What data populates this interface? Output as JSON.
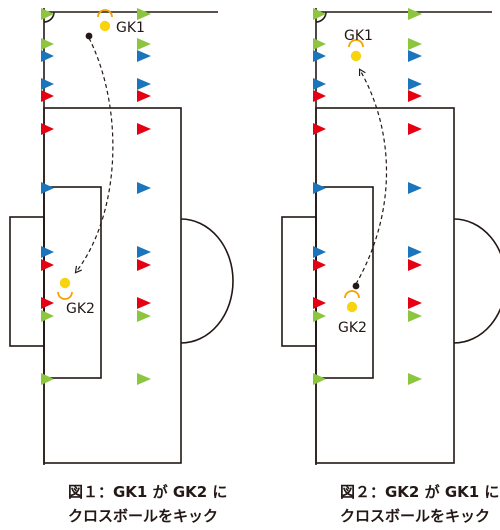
{
  "colors": {
    "line": "#231815",
    "green_flag": "#8cc63f",
    "blue_flag": "#1a75bc",
    "red_flag": "#e50012",
    "ball": "#231815",
    "goalkeeper": "#f7d40e",
    "goalkeeper_ring": "#f5a300"
  },
  "diagrams": [
    {
      "caption_line1": "図１：GK1 が GK2 に",
      "caption_line2": "クロスボールをキック",
      "kicker": {
        "label": "GK1",
        "icon": "goalkeeper-icon"
      },
      "receiver": {
        "label": "GK2",
        "icon": "goalkeeper-icon"
      },
      "ball": {
        "icon": "ball-icon"
      }
    },
    {
      "caption_line1": "図２：GK2 が GK1 に",
      "caption_line2": "クロスボールをキック",
      "kicker": {
        "label": "GK2",
        "icon": "goalkeeper-icon"
      },
      "receiver": {
        "label": "GK1",
        "icon": "goalkeeper-icon"
      },
      "ball": {
        "icon": "ball-icon"
      }
    }
  ]
}
